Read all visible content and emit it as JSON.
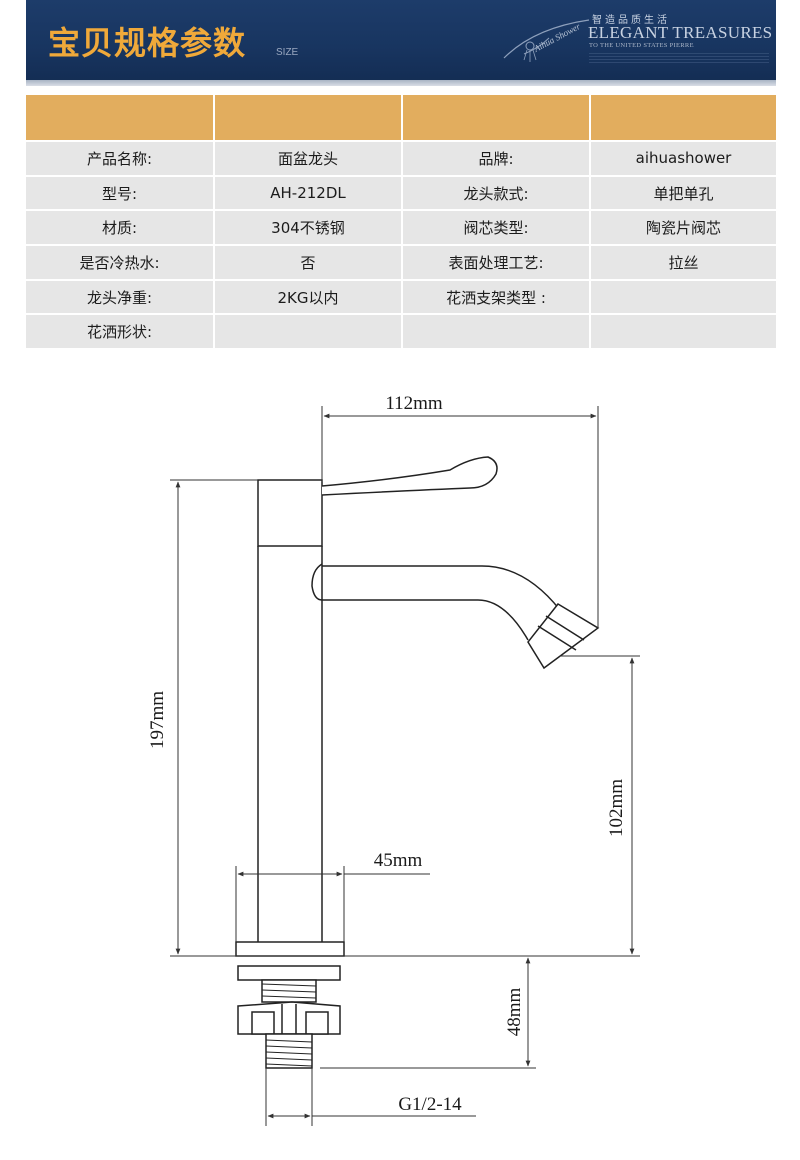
{
  "header": {
    "title": "宝贝规格参数",
    "subtitle": "SIZE",
    "brand_slogan": "智造品质生活",
    "brand_name": "ELEGANT TREASURES",
    "brand_tagline": "TO THE UNITED STATES PIERRE",
    "logo_text": "Aihua Shower",
    "header_color": "#1d3c6a",
    "title_color": "#f0a93a"
  },
  "table": {
    "header_color": "#e2ad5e",
    "cell_color": "#e6e6e6",
    "header_row": [
      "",
      "",
      "",
      ""
    ],
    "rows": [
      [
        "产品名称:",
        "面盆龙头",
        "品牌:",
        "aihuashower"
      ],
      [
        "型号:",
        "AH-212DL",
        "龙头款式:",
        "单把单孔"
      ],
      [
        "材质:",
        "304不锈钢",
        "阀芯类型:",
        "陶瓷片阀芯"
      ],
      [
        "是否冷热水:",
        "否",
        "表面处理工艺:",
        "拉丝"
      ],
      [
        "龙头净重:",
        "2KG以内",
        "花洒支架类型 :",
        ""
      ],
      [
        "花洒形状:",
        "",
        "",
        ""
      ]
    ]
  },
  "drawing": {
    "dim_top_width": "112mm",
    "dim_total_height": "197mm",
    "dim_base_width": "45mm",
    "dim_spout_height": "102mm",
    "dim_thread_length": "48mm",
    "dim_thread": "G1/2-14"
  }
}
